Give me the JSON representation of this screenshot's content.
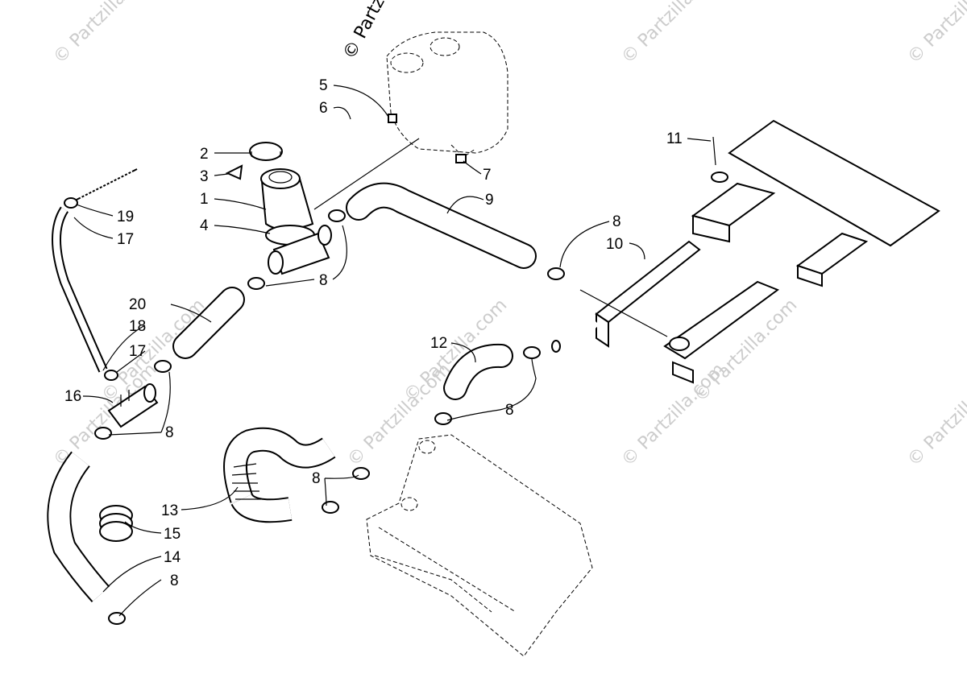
{
  "watermark": {
    "main": "© Partzilla.com",
    "faint": "© Partzilla.com"
  },
  "callouts": {
    "c1": "1",
    "c2": "2",
    "c3": "3",
    "c4": "4",
    "c5": "5",
    "c6": "6",
    "c7": "7",
    "c8a": "8",
    "c8b": "8",
    "c8c": "8",
    "c8d": "8",
    "c8e": "8",
    "c8f": "8",
    "c9": "9",
    "c10": "10",
    "c11": "11",
    "c12": "12",
    "c13": "13",
    "c14": "14",
    "c15": "15",
    "c16": "16",
    "c17a": "17",
    "c17b": "17",
    "c18": "18",
    "c19": "19",
    "c20": "20"
  }
}
